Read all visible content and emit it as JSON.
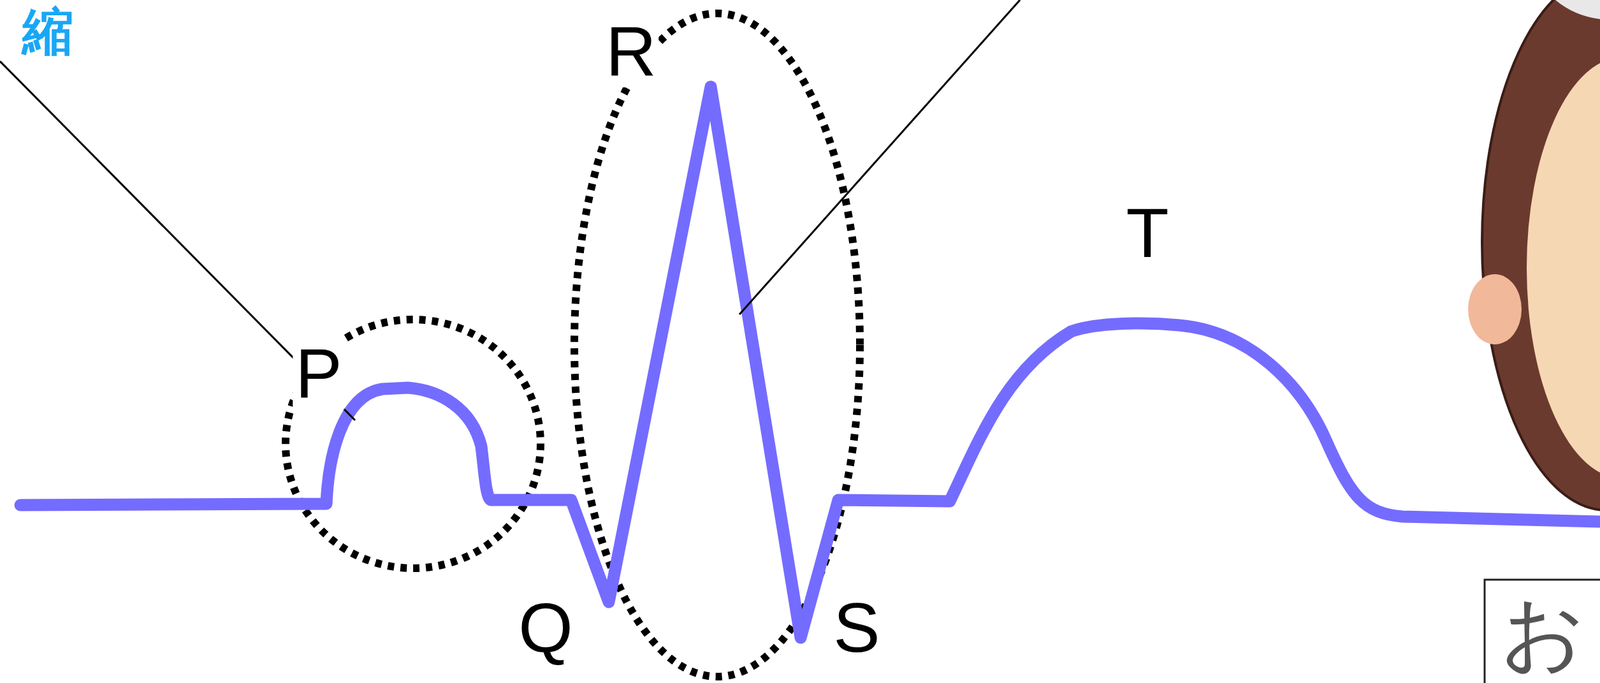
{
  "diagram": {
    "labels": [
      "縮",
      "P",
      "R",
      "Q",
      "S",
      "T",
      "お"
    ]
  }
}
